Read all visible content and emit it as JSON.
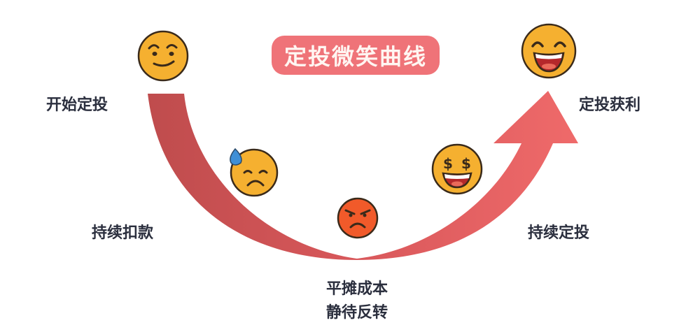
{
  "title": "定投微笑曲线",
  "stages": [
    {
      "id": "start",
      "label": "开始定投",
      "emoji": "smirk-face"
    },
    {
      "id": "continue_deduct",
      "label": "持续扣款",
      "emoji": "sweat-sad-face"
    },
    {
      "id": "bottom",
      "label_lines": [
        "平摊成本",
        "静待反转"
      ],
      "emoji": "angry-face"
    },
    {
      "id": "continue_invest",
      "label": "持续定投",
      "emoji": "money-eyes-face"
    },
    {
      "id": "profit",
      "label": "定投获利",
      "emoji": "laughing-face"
    }
  ],
  "colors": {
    "title_bg": "#ef7378",
    "curve_start": "#c0504f",
    "curve_end": "#ee6566",
    "emoji_yellow": "#f5b030",
    "emoji_red": "#f15a2a",
    "text": "#2b2f3e"
  }
}
